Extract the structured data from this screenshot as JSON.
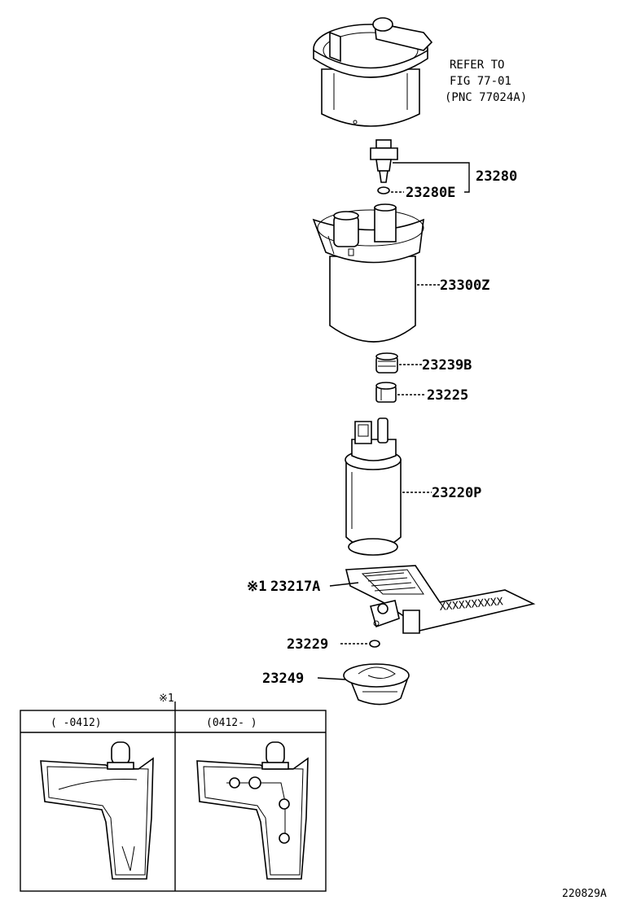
{
  "diagram": {
    "reference_note": [
      "REFER TO",
      "FIG 77-01",
      "(PNC 77024A)"
    ],
    "parts": {
      "p23280": "23280",
      "p23280E": "23280E",
      "p23300Z": "23300Z",
      "p23239B": "23239B",
      "p23225": "23225",
      "p23220P": "23220P",
      "p23217A_mark": "※1",
      "p23217A": "23217A",
      "p23229": "23229",
      "p23249": "23249"
    },
    "gauge_marking": "XXXXXXXXXX",
    "variant_table": {
      "marker": "※1",
      "col1": "(     -0412)",
      "col2": "(0412-     )"
    },
    "illustration_id": "220829A"
  }
}
